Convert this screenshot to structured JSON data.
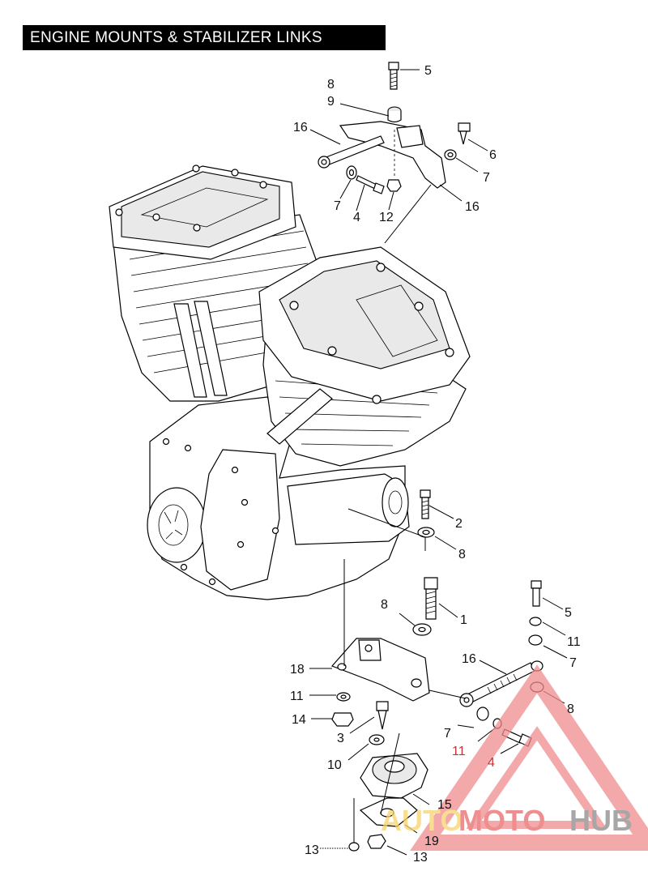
{
  "title": "ENGINE MOUNTS & STABILIZER LINKS",
  "callouts": {
    "c5_top": "5",
    "c8_top": "8",
    "c9_top": "9",
    "c16_a": "16",
    "c6": "6",
    "c7_a": "7",
    "c7_b": "7",
    "c4_a": "4",
    "c12": "12",
    "c16_b": "16",
    "c2": "2",
    "c8_b": "8",
    "c8_c": "8",
    "c1": "1",
    "c5_b": "5",
    "c11_a": "11",
    "c16_c": "16",
    "c7_c": "7",
    "c18": "18",
    "c11_b": "11",
    "c8_d": "8",
    "c14": "14",
    "c7_d": "7",
    "c3": "3",
    "c11_c": "11",
    "c4_b": "4",
    "c10": "10",
    "c15": "15",
    "c19": "19",
    "c13_a": "13",
    "c13_b": "13"
  },
  "watermark": {
    "text_a": "AUTO",
    "text_b": "MOTO",
    "text_c": "HUB",
    "colors": {
      "auto": "#f7d36a",
      "moto": "#e9696a",
      "hub": "#8a8a8a",
      "triangle": "#f08b8d"
    }
  }
}
